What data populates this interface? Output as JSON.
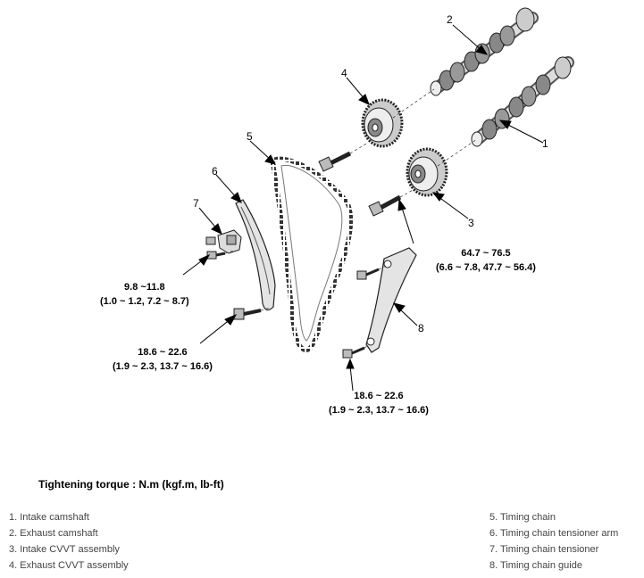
{
  "callouts": [
    "1",
    "2",
    "3",
    "4",
    "5",
    "6",
    "7",
    "8"
  ],
  "torques": [
    {
      "value": "64.7 ~ 76.5",
      "detail": "(6.6 ~ 7.8, 47.7 ~ 56.4)"
    },
    {
      "value": "9.8 ~11.8",
      "detail": "(1.0 ~ 1.2, 7.2 ~ 8.7)"
    },
    {
      "value": "18.6 ~ 22.6",
      "detail": "(1.9 ~ 2.3, 13.7 ~ 16.6)"
    },
    {
      "value": "18.6 ~ 22.6",
      "detail": "(1.9 ~ 2.3, 13.7 ~ 16.6)"
    }
  ],
  "heading": "Tightening torque : N.m (kgf.m, lb-ft)",
  "legend_left": [
    "1. Intake camshaft",
    "2. Exhaust camshaft",
    "3. Intake CVVT assembly",
    "4. Exhaust CVVT assembly"
  ],
  "legend_right": [
    "5. Timing chain",
    "6. Timing chain tensioner arm",
    "7. Timing chain tensioner",
    "8. Timing chain guide"
  ]
}
